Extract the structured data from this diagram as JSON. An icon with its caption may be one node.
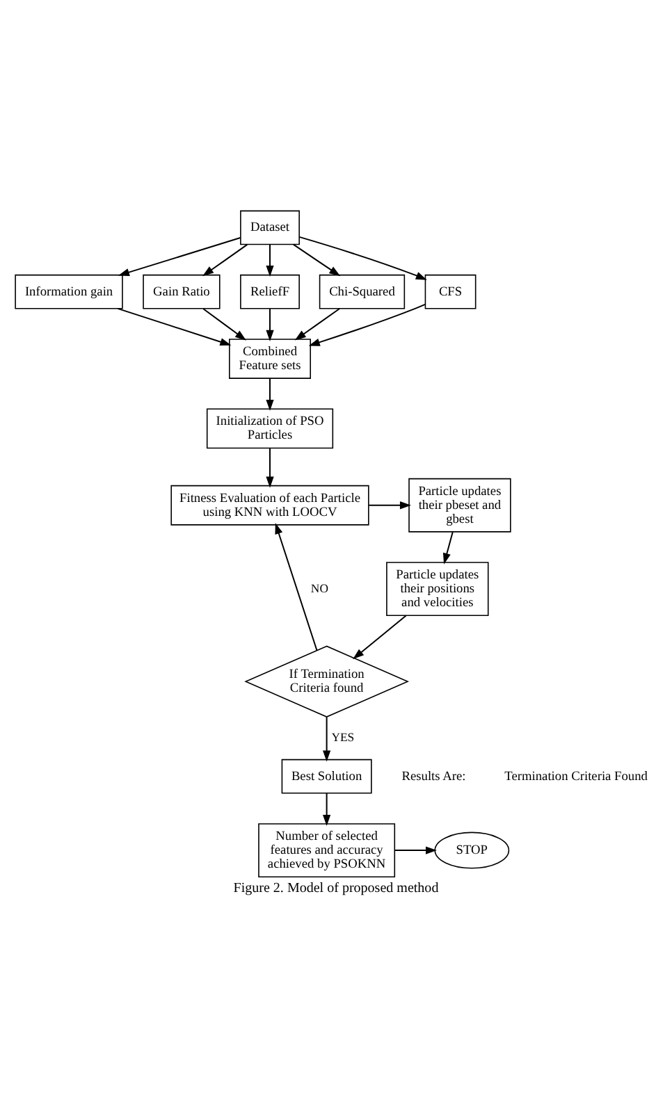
{
  "diagram": {
    "caption": "Figure 2. Model of proposed method",
    "nodes": [
      {
        "text": [
          "Dataset"
        ]
      },
      {
        "text": [
          "Information gain"
        ]
      },
      {
        "text": [
          "Gain Ratio"
        ]
      },
      {
        "text": [
          "ReliefF"
        ]
      },
      {
        "text": [
          "Chi-Squared"
        ]
      },
      {
        "text": [
          "CFS"
        ]
      },
      {
        "text": [
          "Combined Feature sets"
        ]
      },
      {
        "text": [
          "Initialization of PSO Particles"
        ]
      },
      {
        "text": [
          "Fitness Evaluation of each Particle using KNN with LOOCV"
        ]
      },
      {
        "text": [
          "Particle updates their pbeset and gbest"
        ]
      },
      {
        "text": [
          "Particle updates their positions and velocities"
        ]
      },
      {
        "text": [
          "If Termination Criteria found"
        ]
      },
      {
        "text": [
          "Best Solution"
        ]
      },
      {
        "text": [
          "Number of selected features and accuracy achieved by PSOKNN"
        ]
      },
      {
        "text": [
          "STOP"
        ]
      }
    ],
    "edges": [
      {
        "from": 0,
        "to": 1,
        "arrow": "to"
      },
      {
        "from": 0,
        "to": 2,
        "arrow": "to"
      },
      {
        "from": 0,
        "to": 3,
        "arrow": "to"
      },
      {
        "from": 0,
        "to": 4,
        "arrow": "to"
      },
      {
        "from": 0,
        "to": 5,
        "arrow": "to"
      },
      {
        "from": 1,
        "to": 6,
        "arrow": "to"
      },
      {
        "from": 2,
        "to": 6,
        "arrow": "to"
      },
      {
        "from": 3,
        "to": 6,
        "arrow": "to"
      },
      {
        "from": 4,
        "to": 6,
        "arrow": "to"
      },
      {
        "from": 5,
        "to": 6,
        "arrow": "to"
      },
      {
        "from": 6,
        "to": 7,
        "arrow": "to"
      },
      {
        "from": 7,
        "to": 8,
        "arrow": "to"
      },
      {
        "from": 8,
        "to": 9,
        "arrow": "to"
      },
      {
        "from": 9,
        "to": 10,
        "arrow": "to"
      },
      {
        "from": 10,
        "to": 11,
        "arrow": "to"
      },
      {
        "from": 11,
        "to": 8,
        "arrow": "to",
        "label": "NO"
      },
      {
        "from": 11,
        "to": 12,
        "arrow": "to",
        "label": "YES"
      },
      {
        "from": 12,
        "to": 13,
        "arrow": "to"
      },
      {
        "from": 13,
        "to": 14,
        "arrow": "to"
      }
    ],
    "labels": [
      "Results Are:",
      "Termination Criteria Found"
    ]
  }
}
